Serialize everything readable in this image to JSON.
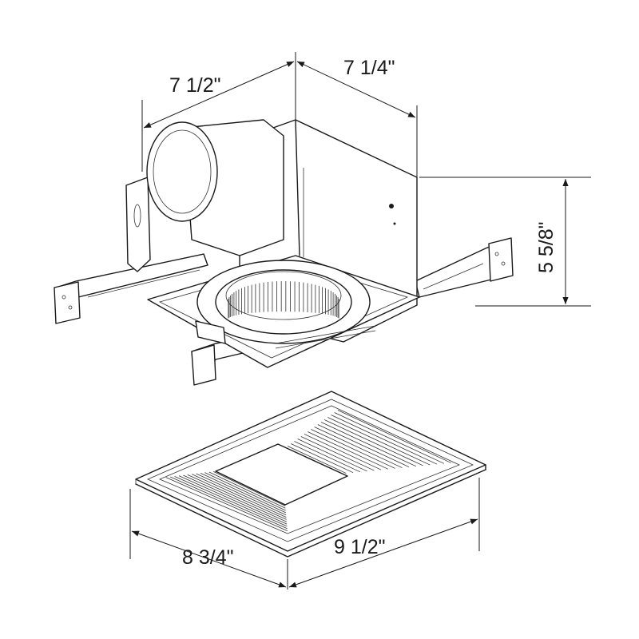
{
  "dimensions": {
    "housing_width": "7 1/2\"",
    "housing_depth": "7 1/4\"",
    "housing_height": "5 5/8\"",
    "grille_width": "8 3/4\"",
    "grille_depth": "9 1/2\""
  },
  "colors": {
    "line": "#1a1a1a",
    "background": "#ffffff"
  }
}
